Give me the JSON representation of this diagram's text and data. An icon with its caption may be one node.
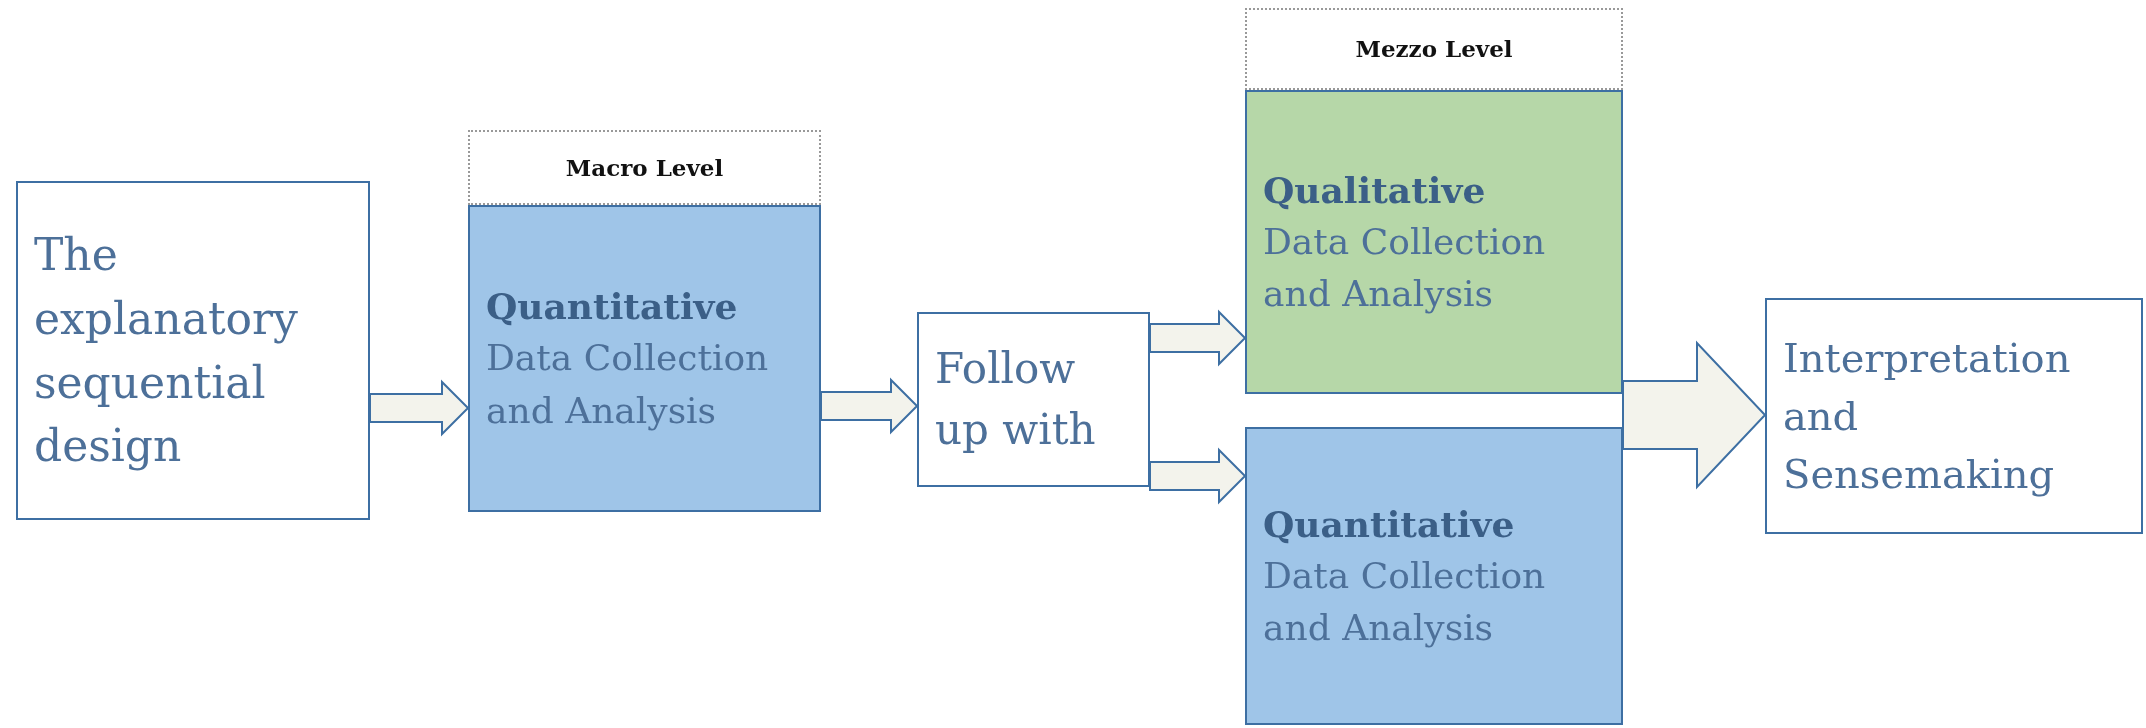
{
  "diagram": {
    "nodes": [
      {
        "text": [
          "The explanatory sequential design"
        ]
      },
      {
        "text": [
          "Macro Level"
        ]
      },
      {
        "text": [
          "Quantitative",
          "Data Collection and Analysis"
        ]
      },
      {
        "text": [
          "Follow up with"
        ]
      },
      {
        "text": [
          "Mezzo Level"
        ]
      },
      {
        "text": [
          "Qualitative",
          "Data Collection and Analysis"
        ]
      },
      {
        "text": [
          "Quantitative",
          "Data Collection and Analysis"
        ]
      },
      {
        "text": [
          "Interpretation and Sensemaking"
        ]
      }
    ],
    "edges": [
      {
        "from": 0,
        "to": 2,
        "arrow": "to"
      },
      {
        "from": 2,
        "to": 3,
        "arrow": "to"
      },
      {
        "from": 3,
        "to": 5,
        "arrow": "to"
      },
      {
        "from": 3,
        "to": 6,
        "arrow": "to"
      },
      {
        "from": 5,
        "to": 7,
        "arrow": "to"
      },
      {
        "from": 6,
        "to": 7,
        "arrow": "to"
      }
    ]
  }
}
